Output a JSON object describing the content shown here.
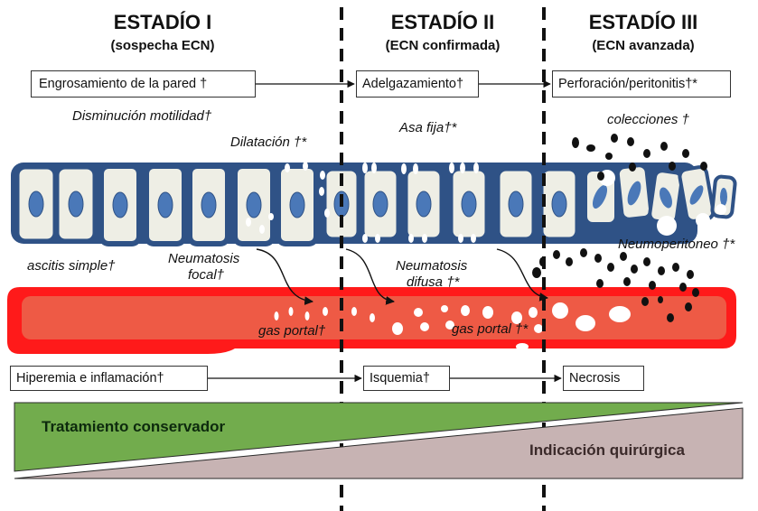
{
  "stages": [
    {
      "title": "ESTADÍO I",
      "subtitle": "(sospecha ECN)"
    },
    {
      "title": "ESTADÍO II",
      "subtitle": "(ECN confirmada)"
    },
    {
      "title": "ESTADÍO III",
      "subtitle": "(ECN avanzada)"
    }
  ],
  "top_boxes": [
    "Engrosamiento de la pared †",
    "Adelgazamiento†",
    "Perforación/peritonitis†*"
  ],
  "bottom_boxes": [
    "Hiperemia e inflamación†",
    "Isquemia†",
    "Necrosis"
  ],
  "labels": {
    "motilidad": "Disminución motilidad†",
    "dilatacion": "Dilatación †*",
    "asa_fija": "Asa fija†*",
    "colecciones": "colecciones †",
    "ascitis": "ascitis simple†",
    "neumatosis_focal_1": "Neumatosis",
    "neumatosis_focal_2": "focal†",
    "neumatosis_difusa_1": "Neumatosis",
    "neumatosis_difusa_2": "difusa †*",
    "neumoperitoneo": "Neumoperitoneo †*",
    "gas_portal_1": "gas portal†",
    "gas_portal_2": "gas portal †*"
  },
  "treatment": {
    "conservative": "Tratamiento conservador",
    "surgical": "Indicación quirúrgica"
  },
  "colors": {
    "cell_border": "#2f5286",
    "nucleus": "#4a78b8",
    "cell_fill": "#eeeee5",
    "vessel_outer": "#ff1a1a",
    "vessel_inner": "#ee5a45",
    "green": "#72ac4d",
    "mauve": "#c7b3b3"
  }
}
